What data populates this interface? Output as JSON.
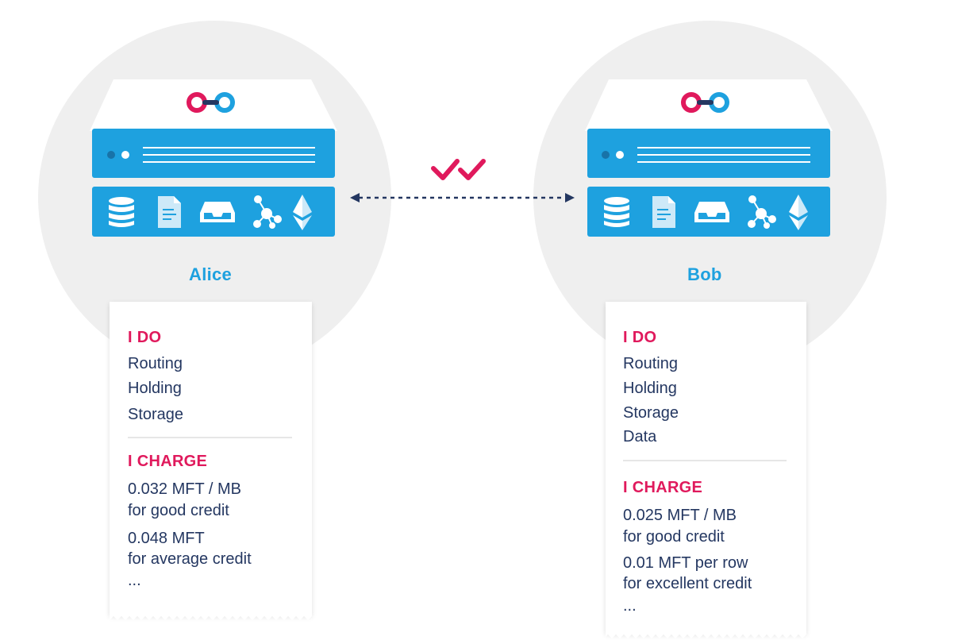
{
  "check_color": "#e0195c",
  "accent_blue": "#1ea1df",
  "nodes": [
    {
      "name": "Alice",
      "icons": [
        "database-icon",
        "document-icon",
        "inbox-tray-icon",
        "network-graph-icon",
        "ethereum-icon"
      ],
      "does_heading": "I DO",
      "does": [
        "Routing",
        "Holding",
        "Storage"
      ],
      "charge_heading": "I CHARGE",
      "charges": [
        "0.032 MFT / MB",
        "for good credit",
        "0.048  MFT",
        "for average credit",
        "..."
      ]
    },
    {
      "name": "Bob",
      "icons": [
        "database-icon",
        "document-icon",
        "inbox-tray-icon",
        "network-graph-icon",
        "ethereum-icon"
      ],
      "does_heading": "I DO",
      "does": [
        "Routing",
        "Holding",
        "Storage",
        "Data"
      ],
      "charge_heading": "I CHARGE",
      "charges": [
        "0.025 MFT / MB",
        "for good credit",
        "0.01 MFT per row",
        "for excellent credit",
        "..."
      ]
    }
  ]
}
